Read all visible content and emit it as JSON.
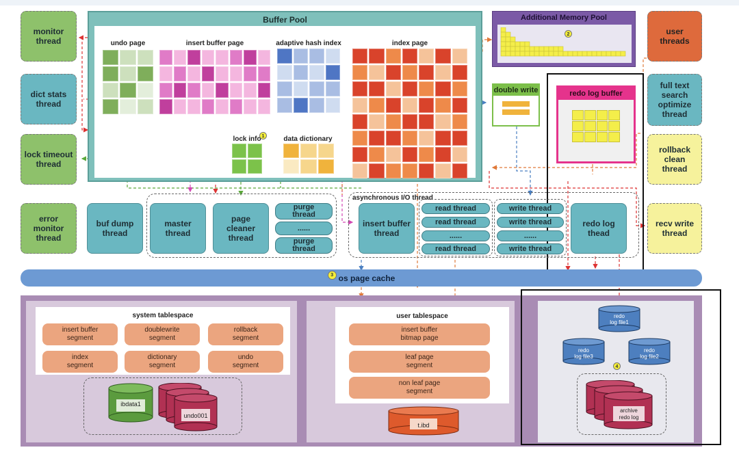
{
  "buffer_pool": {
    "title": "Buffer Pool",
    "undo_page": "undo page",
    "insert_buffer_page": "insert buffer page",
    "adaptive_hash_index": "adaptive hash index",
    "index_page": "index page",
    "lock_info": "lock info",
    "data_dictionary": "data dictionary",
    "lock_badge": "1"
  },
  "additional_memory_pool": {
    "title": "Additional Memory Pool",
    "badge": "2"
  },
  "double_write": "double write",
  "redo_log_buffer": "redo log buffer",
  "threads": {
    "monitor": "monitor\nthread",
    "dict_stats": "dict stats\nthread",
    "lock_timeout": "lock timeout\nthread",
    "error_monitor": "error\nmonitor\nthread",
    "user": "user\nthreads",
    "full_text": "full text\nsearch\noptimize\nthread",
    "rollback_clean": "rollback\nclean\nthread",
    "recv_write": "recv write\nthread",
    "buf_dump": "buf dump\nthread",
    "master": "master\nthread",
    "page_cleaner": "page\ncleaner\nthread",
    "purge_top": "purge\nthread",
    "purge_mid": "......",
    "purge_bottom": "purge\nthread",
    "insert_buffer": "insert buffer\nthread",
    "redo_log": "redo log\nthead"
  },
  "async_io": {
    "title": "asynchronous I/O thread",
    "read": [
      "read thread",
      "read thread",
      "......",
      "read thread"
    ],
    "write": [
      "write thread",
      "write thread",
      "......",
      "write thread"
    ]
  },
  "os_page_cache": {
    "label": "os page cache",
    "badge": "3"
  },
  "system_tablespace": {
    "title": "system tablespace",
    "segments": [
      "insert buffer\nsegment",
      "doublewrite\nsegment",
      "rollback\nsegment",
      "index\nsegment",
      "dictionary\nsegment",
      "undo\nsegment"
    ],
    "ibdata": "ibdata1",
    "undo": "undo001"
  },
  "user_tablespace": {
    "title": "user tablespace",
    "segments": [
      "insert buffer\nbitmap page",
      "leaf page\nsegment",
      "non leaf page\nsegment"
    ],
    "file": "t.ibd"
  },
  "redo_files": {
    "file1": "redo\nlog file1",
    "file2": "redo\nlog file2",
    "file3": "redo\nlog file3",
    "archive": "archive\nredo log",
    "badge": "4"
  }
}
